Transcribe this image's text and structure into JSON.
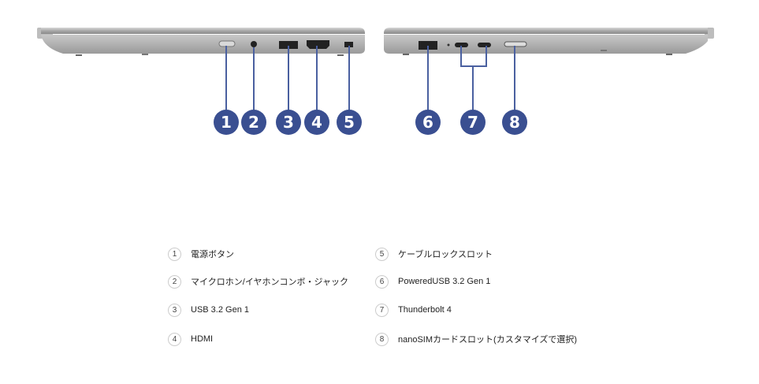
{
  "colors": {
    "callout": "#3a4f91",
    "callout_line": "#4a60a0",
    "body": "#9a9a9a"
  },
  "callouts": [
    "1",
    "2",
    "3",
    "4",
    "5",
    "6",
    "7",
    "8"
  ],
  "legend": [
    {
      "num": "1",
      "label": "電源ボタン"
    },
    {
      "num": "2",
      "label": "マイクロホン/イヤホンコンボ・ジャック"
    },
    {
      "num": "3",
      "label": "USB 3.2 Gen 1"
    },
    {
      "num": "4",
      "label": "HDMI"
    },
    {
      "num": "5",
      "label": "ケーブルロックスロット"
    },
    {
      "num": "6",
      "label": "PoweredUSB 3.2 Gen 1"
    },
    {
      "num": "7",
      "label": "Thunderbolt 4"
    },
    {
      "num": "8",
      "label": "nanoSIMカードスロット(カスタマイズで選択)"
    }
  ]
}
